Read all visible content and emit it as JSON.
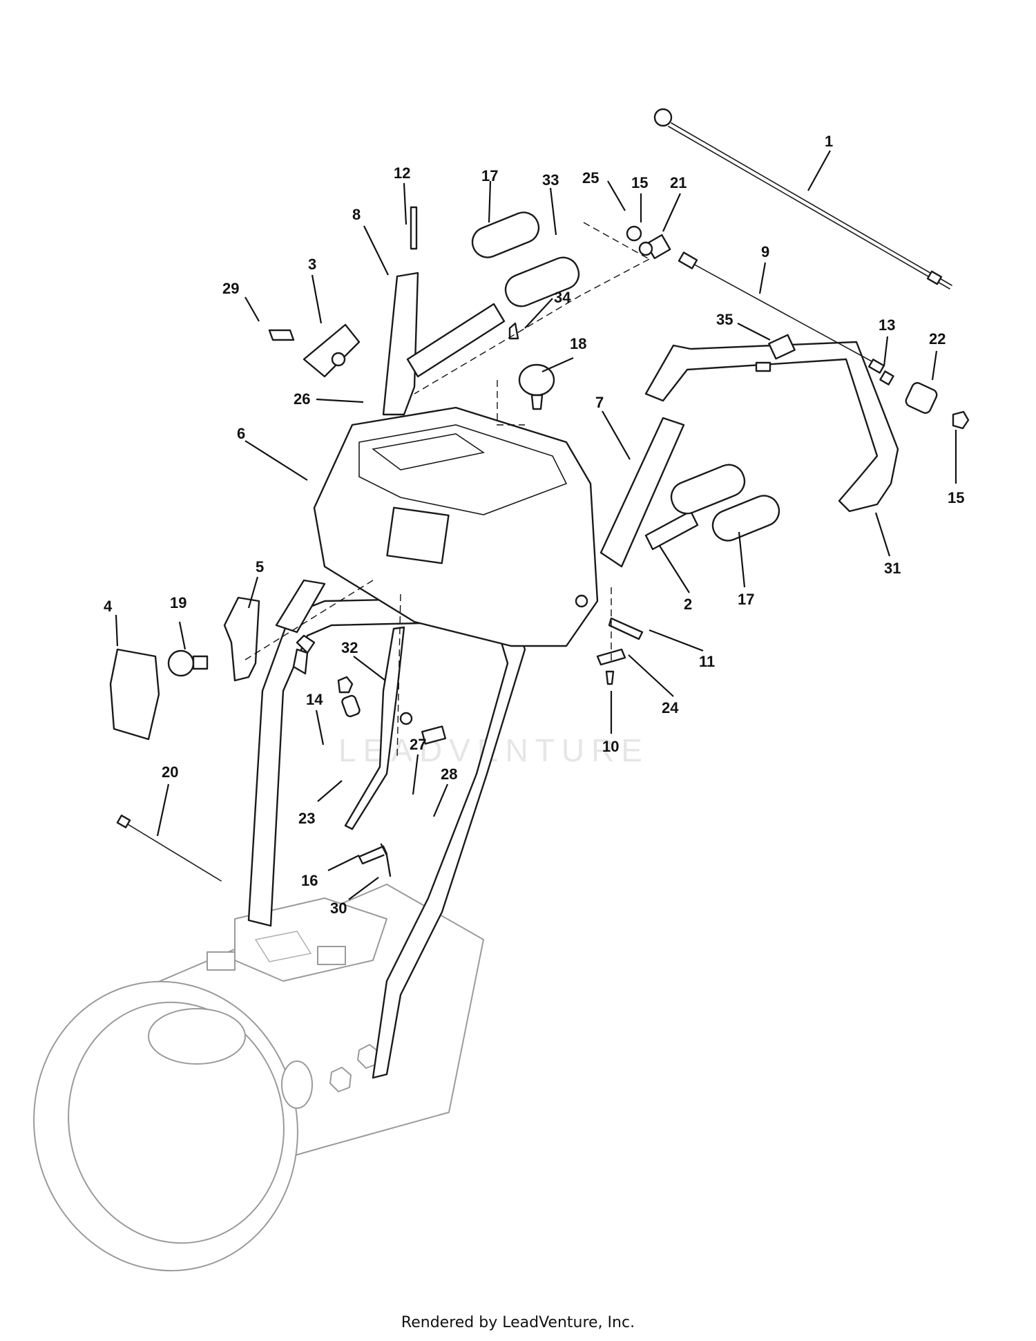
{
  "footer_text": "Rendered by LeadVenture, Inc.",
  "watermark_text": "LEADVENTURE",
  "callouts": [
    {
      "id": "1",
      "label": "1"
    },
    {
      "id": "2",
      "label": "2"
    },
    {
      "id": "3",
      "label": "3"
    },
    {
      "id": "4",
      "label": "4"
    },
    {
      "id": "5",
      "label": "5"
    },
    {
      "id": "6",
      "label": "6"
    },
    {
      "id": "7",
      "label": "7"
    },
    {
      "id": "8",
      "label": "8"
    },
    {
      "id": "9",
      "label": "9"
    },
    {
      "id": "10",
      "label": "10"
    },
    {
      "id": "11",
      "label": "11"
    },
    {
      "id": "12",
      "label": "12"
    },
    {
      "id": "13",
      "label": "13"
    },
    {
      "id": "14",
      "label": "14"
    },
    {
      "id": "15a",
      "label": "15"
    },
    {
      "id": "15b",
      "label": "15"
    },
    {
      "id": "16",
      "label": "16"
    },
    {
      "id": "17a",
      "label": "17"
    },
    {
      "id": "17b",
      "label": "17"
    },
    {
      "id": "18",
      "label": "18"
    },
    {
      "id": "19",
      "label": "19"
    },
    {
      "id": "20",
      "label": "20"
    },
    {
      "id": "21",
      "label": "21"
    },
    {
      "id": "22",
      "label": "22"
    },
    {
      "id": "23",
      "label": "23"
    },
    {
      "id": "24",
      "label": "24"
    },
    {
      "id": "25",
      "label": "25"
    },
    {
      "id": "26",
      "label": "26"
    },
    {
      "id": "27",
      "label": "27"
    },
    {
      "id": "28",
      "label": "28"
    },
    {
      "id": "29",
      "label": "29"
    },
    {
      "id": "30",
      "label": "30"
    },
    {
      "id": "31",
      "label": "31"
    },
    {
      "id": "32",
      "label": "32"
    },
    {
      "id": "33",
      "label": "33"
    },
    {
      "id": "34",
      "label": "34"
    },
    {
      "id": "35",
      "label": "35"
    }
  ]
}
